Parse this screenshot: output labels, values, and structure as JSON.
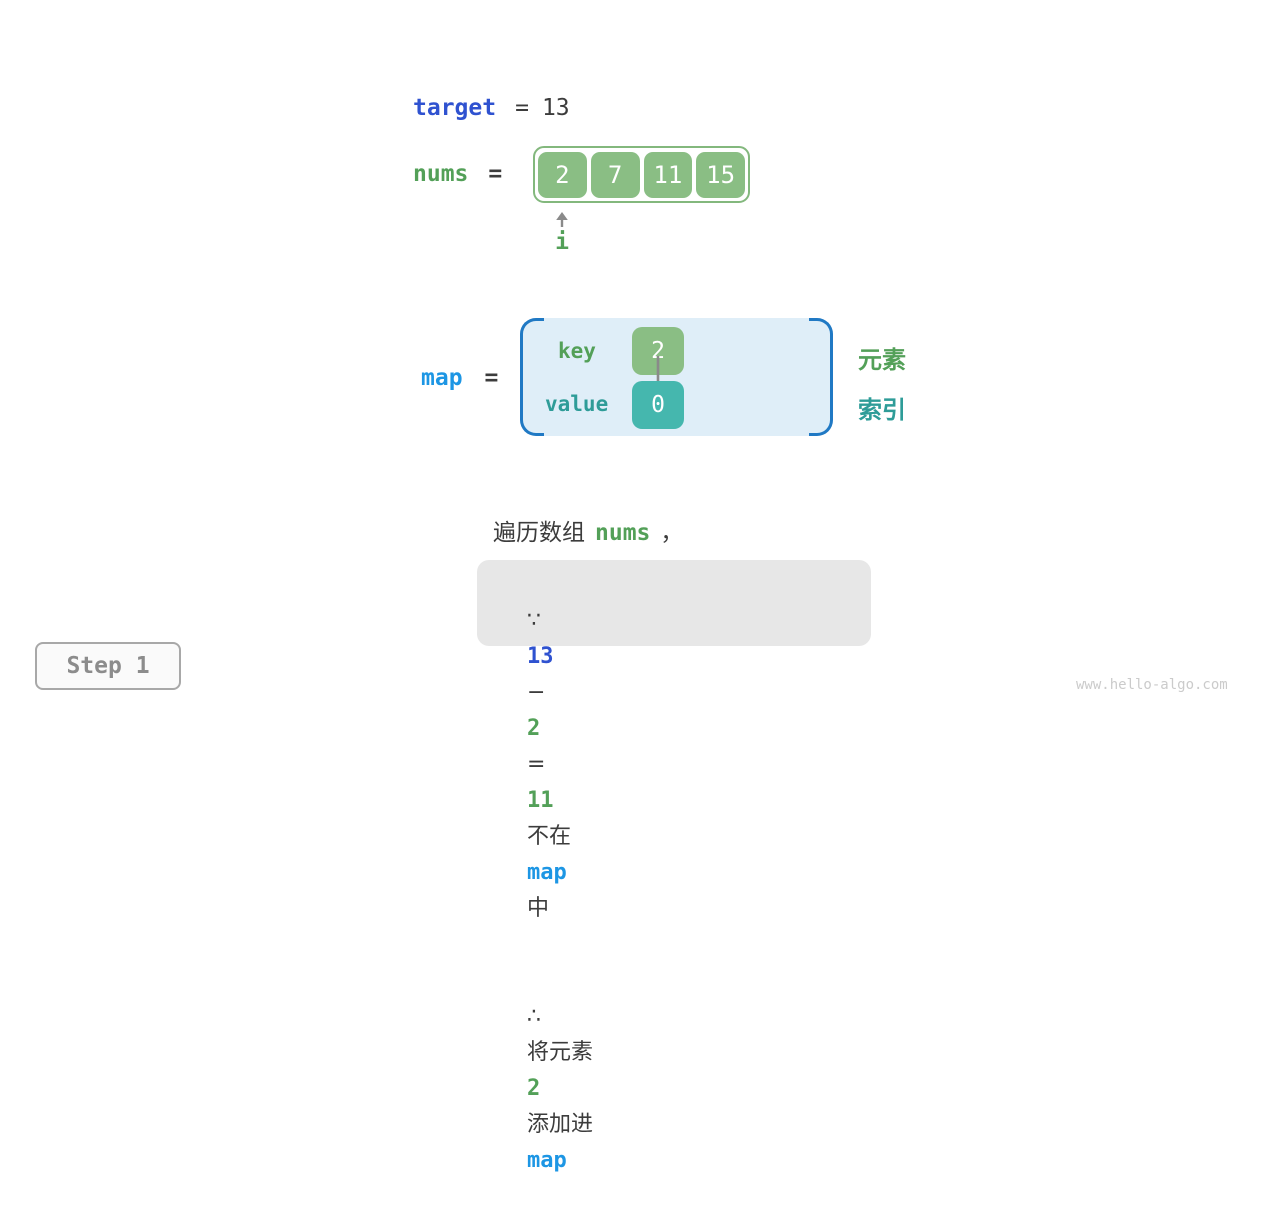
{
  "colors": {
    "array_green": "#8abe84",
    "teal": "#45b7ae",
    "green_text": "#53a058",
    "teal_text": "#2e9c98",
    "royal_blue": "#2f52d0",
    "azure_blue": "#1d96e4",
    "map_fill": "#dfeef8",
    "bracket_blue": "#2079c4"
  },
  "target_line": {
    "label": "target",
    "equals": "=",
    "value": "13"
  },
  "nums_line": {
    "label": "nums",
    "equals": "="
  },
  "array": {
    "cells": [
      "2",
      "7",
      "11",
      "15"
    ]
  },
  "pointer": {
    "label": "i",
    "icon": "up-arrow-icon"
  },
  "map_line": {
    "label": "map",
    "equals": "="
  },
  "map": {
    "key_label": "key",
    "value_label": "value",
    "key_value": "2",
    "value_value": "0",
    "arrow_icon": "down-arrow-icon"
  },
  "side_labels": {
    "element": "元素",
    "index": "索引"
  },
  "caption": {
    "prefix": "遍历数组",
    "code": "nums",
    "suffix": "，"
  },
  "note_box": {
    "line1": {
      "because": "∵",
      "num1": "13",
      "minus": "−",
      "num2": "2",
      "equals": "=",
      "num3": "11",
      "text1": "不在",
      "code": "map",
      "text2": "中"
    },
    "line2": {
      "therefore": "∴",
      "text1": "将元素",
      "num": "2",
      "text2": "添加进",
      "code": "map"
    }
  },
  "step_badge": {
    "label": "Step 1"
  },
  "watermark": {
    "text": "www.hello-algo.com"
  }
}
